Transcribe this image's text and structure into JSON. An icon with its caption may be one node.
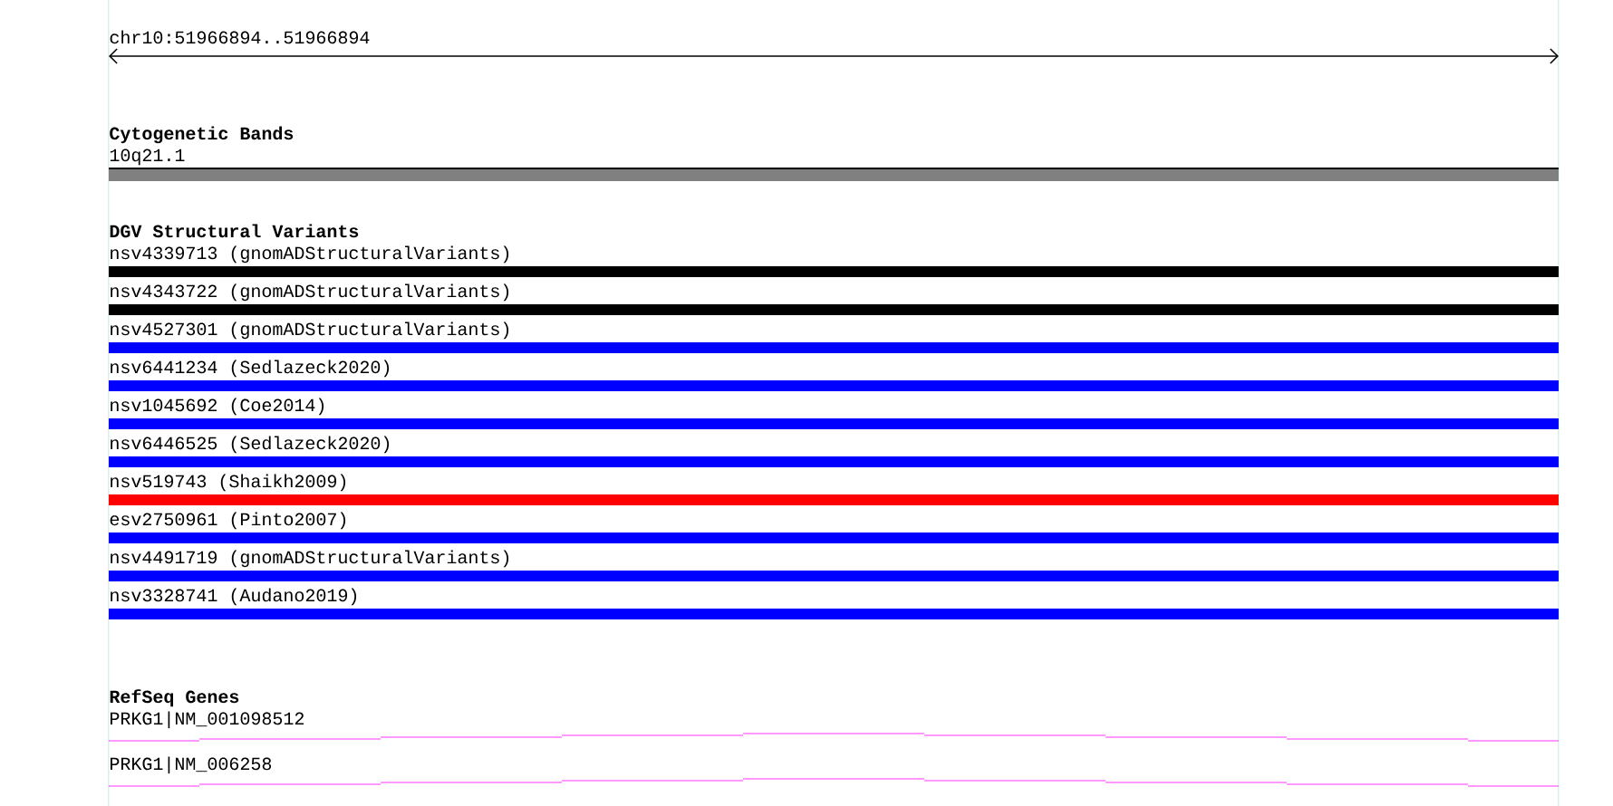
{
  "diagram": {
    "nodes": [
      {
        "text": [
          "10q21.1"
        ]
      },
      {
        "text": [
          "nsv4339713 (gnomADStructuralVariants)"
        ]
      },
      {
        "text": [
          "nsv4343722 (gnomADStructuralVariants)"
        ]
      },
      {
        "text": [
          "nsv4527301 (gnomADStructuralVariants)"
        ]
      },
      {
        "text": [
          "nsv6441234 (Sedlazeck2020)"
        ]
      },
      {
        "text": [
          "nsv1045692 (Coe2014)"
        ]
      },
      {
        "text": [
          "nsv6446525 (Sedlazeck2020)"
        ]
      },
      {
        "text": [
          "nsv519743 (Shaikh2009)"
        ]
      },
      {
        "text": [
          "esv2750961 (Pinto2007)"
        ]
      },
      {
        "text": [
          "nsv4491719 (gnomADStructuralVariants)"
        ]
      },
      {
        "text": [
          "nsv3328741 (Audano2019)"
        ]
      },
      {
        "text": [
          "PRKG1|NM_001098512"
        ]
      },
      {
        "text": [
          "PRKG1|NM_006258"
        ]
      }
    ],
    "labels": [
      "chr10:51966894..51966894",
      "Cytogenetic Bands",
      "DGV Structural Variants",
      "RefSeq Genes"
    ]
  }
}
